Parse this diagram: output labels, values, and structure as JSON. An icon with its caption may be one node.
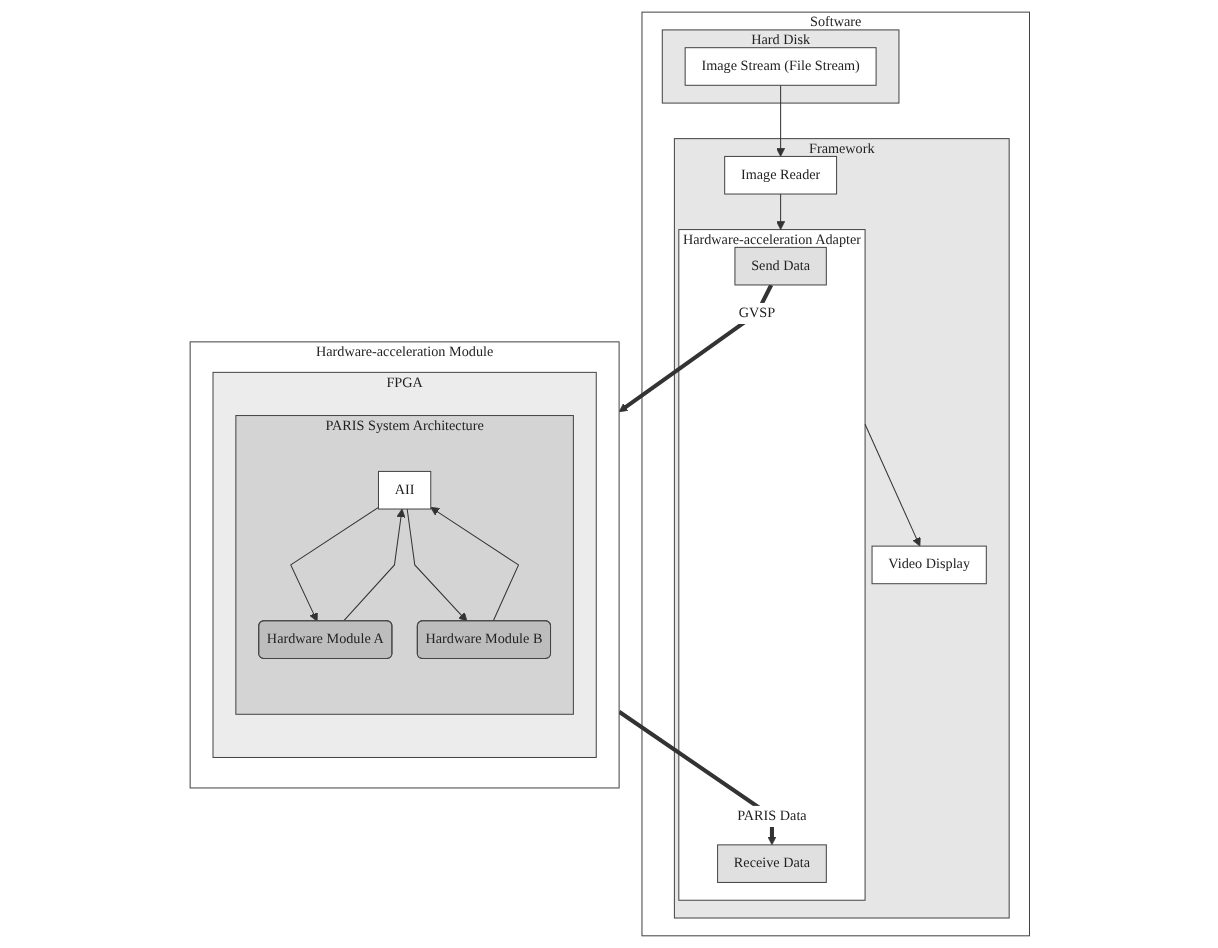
{
  "diagram": {
    "nodes": [
      {
        "text": [
          "Software"
        ]
      },
      {
        "text": [
          "Hard Disk"
        ],
        "in": 0
      },
      {
        "text": [
          "Image Stream (File Stream)"
        ],
        "in": 1
      },
      {
        "text": [
          "Framework"
        ],
        "in": 0
      },
      {
        "text": [
          "Image Reader"
        ],
        "in": 3
      },
      {
        "text": [
          "Hardware-acceleration Adapter"
        ],
        "in": 3
      },
      {
        "text": [
          "Send Data"
        ],
        "in": 5
      },
      {
        "text": [
          "Receive Data"
        ],
        "in": 5
      },
      {
        "text": [
          "Video Display"
        ],
        "in": 3
      },
      {
        "text": [
          "Hardware-acceleration Module"
        ]
      },
      {
        "text": [
          "FPGA"
        ],
        "in": 9
      },
      {
        "text": [
          "PARIS System Architecture"
        ],
        "in": 10
      },
      {
        "text": [
          "AII"
        ],
        "in": 11
      },
      {
        "text": [
          "Hardware Module A"
        ],
        "in": 11
      },
      {
        "text": [
          "Hardware Module B"
        ],
        "in": 11
      }
    ],
    "edges": [
      {
        "from": 2,
        "to": 4,
        "arrow": "to"
      },
      {
        "from": 4,
        "to": 5,
        "arrow": "to"
      },
      {
        "from": 5,
        "to": 8,
        "arrow": "to"
      },
      {
        "from": 6,
        "to": 9,
        "arrow": "to",
        "label": "GVSP",
        "style": "thick"
      },
      {
        "from": 9,
        "to": 7,
        "arrow": "to",
        "label": "PARIS Data",
        "style": "thick"
      },
      {
        "from": 12,
        "to": 13,
        "arrow": "to"
      },
      {
        "from": 13,
        "to": 12,
        "arrow": "to"
      },
      {
        "from": 12,
        "to": 14,
        "arrow": "to"
      },
      {
        "from": 14,
        "to": 12,
        "arrow": "to"
      }
    ]
  }
}
